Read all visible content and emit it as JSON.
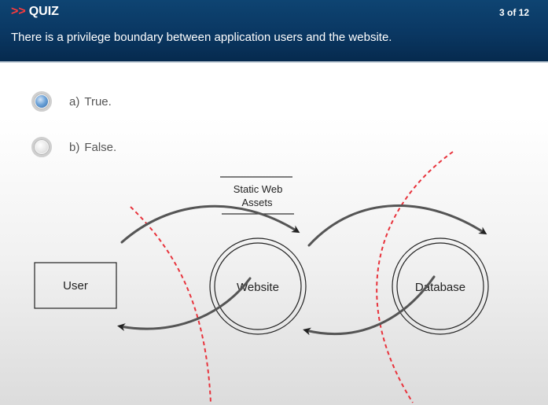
{
  "header": {
    "prefix": ">>",
    "title": "QUIZ",
    "counter": "3 of 12",
    "question": "There is a privilege boundary between application users and the website."
  },
  "options": [
    {
      "letter": "a)",
      "text": "True.",
      "selected": true
    },
    {
      "letter": "b)",
      "text": "False.",
      "selected": false
    }
  ],
  "diagram": {
    "user_label": "User",
    "website_label": "Website",
    "database_label": "Database",
    "static_assets_line1": "Static Web",
    "static_assets_line2": "Assets"
  },
  "colors": {
    "header_bg": "#0a3762",
    "accent_red": "#ff3b3b",
    "boundary_red": "#e8333c",
    "radio_selected": "#4a86c6"
  }
}
